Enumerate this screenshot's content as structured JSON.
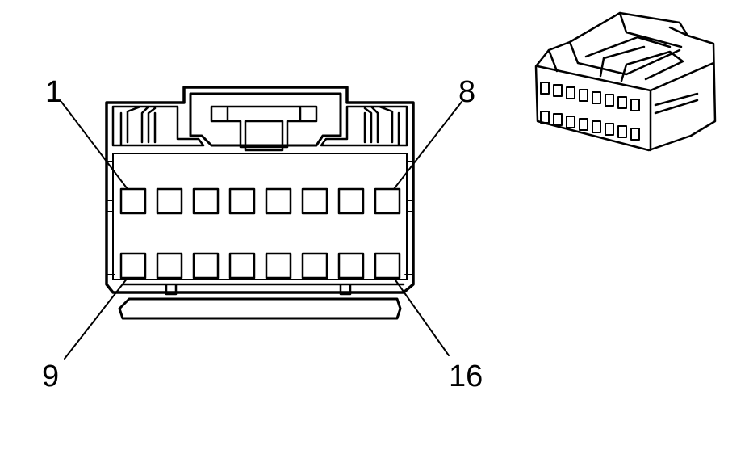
{
  "pin_labels": {
    "top_left": "1",
    "top_right": "8",
    "bottom_left": "9",
    "bottom_right": "16"
  },
  "connector": {
    "top_row_cavities": 8,
    "bottom_row_cavities": 8
  },
  "colors": {
    "line": "#000000",
    "background": "#ffffff"
  }
}
